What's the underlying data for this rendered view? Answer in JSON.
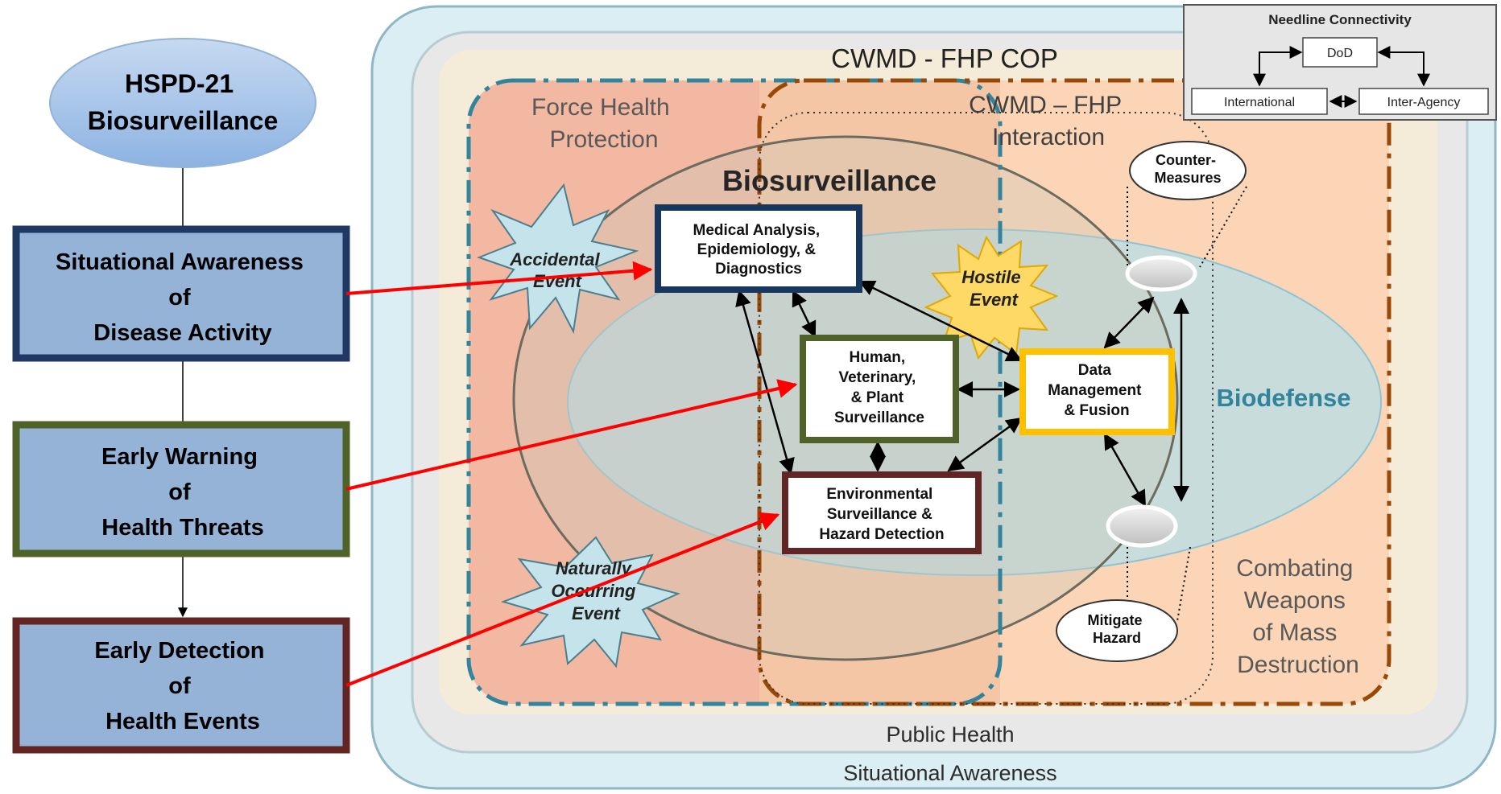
{
  "left_column": {
    "root": "HSPD-21 Biosurveillance",
    "root_lines": [
      "HSPD-21",
      "Biosurveillance"
    ],
    "boxes": [
      {
        "lines": [
          "Situational Awareness",
          "of",
          "Disease Activity"
        ],
        "border": "#1f3864"
      },
      {
        "lines": [
          "Early Warning",
          "of",
          "Health Threats"
        ],
        "border": "#4f6228"
      },
      {
        "lines": [
          "Early Detection",
          "of",
          "Health Events"
        ],
        "border": "#632523"
      }
    ]
  },
  "regions": {
    "outer": "Situational Awareness",
    "public_health": "Public Health",
    "cop": "CWMD - FHP COP",
    "fhp_lines": [
      "Force Health",
      "Protection"
    ],
    "interaction_lines": [
      "CWMD – FHP",
      "Interaction"
    ],
    "biosurveillance": "Biosurveillance",
    "biodefense": "Biodefense",
    "cwmd_lines": [
      "Combating",
      "Weapons",
      "of Mass",
      "Destruction"
    ]
  },
  "events": {
    "accidental": [
      "Accidental",
      "Event"
    ],
    "naturally": [
      "Naturally",
      "Occurring",
      "Event"
    ],
    "hostile": [
      "Hostile",
      "Event"
    ]
  },
  "nodes": {
    "medical": {
      "lines": [
        "Medical Analysis,",
        "Epidemiology, &",
        "Diagnostics"
      ],
      "border": "#17375e"
    },
    "human": {
      "lines": [
        "Human,",
        "Veterinary,",
        "& Plant",
        "Surveillance"
      ],
      "border": "#4f6228"
    },
    "environmental": {
      "lines": [
        "Environmental",
        "Surveillance &",
        "Hazard Detection"
      ],
      "border": "#632523"
    },
    "data": {
      "lines": [
        "Data",
        "Management",
        "& Fusion"
      ],
      "border": "#ffc000"
    }
  },
  "actions": {
    "countermeasures": [
      "Counter-",
      "Measures"
    ],
    "mitigate": [
      "Mitigate",
      "Hazard"
    ]
  },
  "needline": {
    "title": "Needline Connectivity",
    "dod": "DoD",
    "international": "International",
    "interagency": "Inter-Agency"
  },
  "colors": {
    "box_fill": "#95b3d7",
    "arrow": "#ff0000",
    "fhp_region": "#f2b8a2",
    "cwmd_region": "#fbd5b5",
    "biodefense": "#b7dde8",
    "outer_panel": "#dbeef3"
  }
}
